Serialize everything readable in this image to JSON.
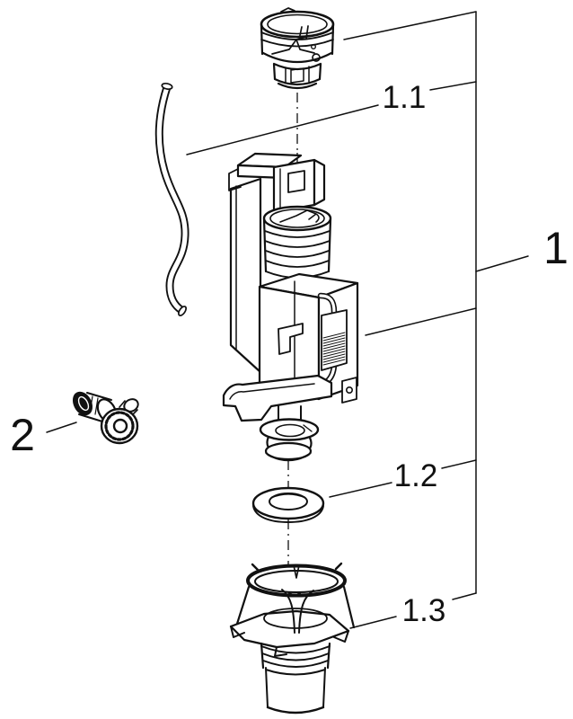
{
  "figure": {
    "background_color": "#ffffff",
    "line_color": "#111111",
    "callouts": {
      "label_1": "1",
      "label_1_1": "1.1",
      "label_1_2": "1.2",
      "label_1_3": "1.3",
      "label_2": "2"
    }
  }
}
